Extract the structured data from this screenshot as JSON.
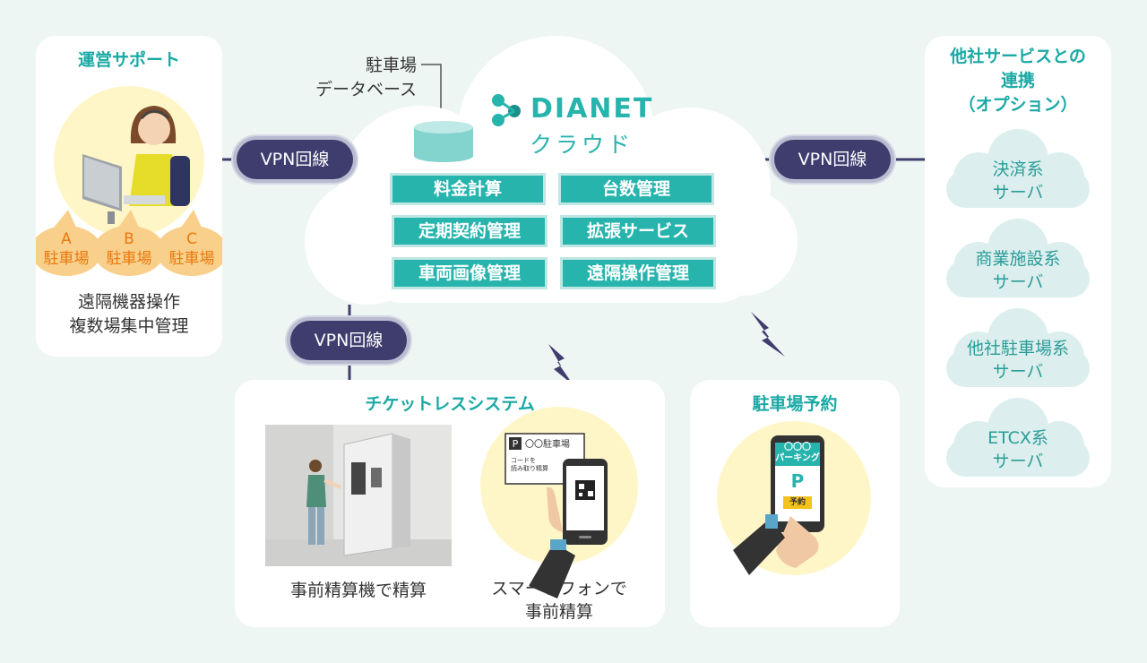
{
  "support": {
    "title": "運営サポート",
    "bubbles": [
      {
        "letter": "A",
        "label": "駐車場"
      },
      {
        "letter": "B",
        "label": "駐車場"
      },
      {
        "letter": "C",
        "label": "駐車場"
      }
    ],
    "desc_line1": "遠隔機器操作",
    "desc_line2": "複数場集中管理"
  },
  "vpn_label": "VPN回線",
  "cloud": {
    "db_label_line1": "駐車場",
    "db_label_line2": "データベース",
    "brand": "DIANET",
    "subtitle": "クラウド",
    "features": [
      "料金計算",
      "台数管理",
      "定期契約管理",
      "拡張サービス",
      "車両画像管理",
      "遠隔操作管理"
    ]
  },
  "partners": {
    "title_line1": "他社サービスとの",
    "title_line2": "連携",
    "title_line3": "（オプション）",
    "servers": [
      {
        "line1": "決済系",
        "line2": "サーバ"
      },
      {
        "line1": "商業施設系",
        "line2": "サーバ"
      },
      {
        "line1": "他社駐車場系",
        "line2": "サーバ"
      },
      {
        "line1": "ETCX系",
        "line2": "サーバ"
      }
    ]
  },
  "ticketless": {
    "title": "チケットレスシステム",
    "machine_caption": "事前精算機で精算",
    "phone_caption_line1": "スマートフォンで",
    "phone_caption_line2": "事前精算",
    "card_title": "〇〇駐車場",
    "card_note_line1": "コードを",
    "card_note_line2": "読み取り精算"
  },
  "reservation": {
    "title": "駐車場予約",
    "phone_top_line1": "〇〇〇",
    "phone_top_line2": "パーキング",
    "phone_button": "予約"
  },
  "colors": {
    "teal": "#27b4ad",
    "navy": "#3f3d6e",
    "orange": "#e8780e",
    "yellow": "#fff6c8"
  }
}
